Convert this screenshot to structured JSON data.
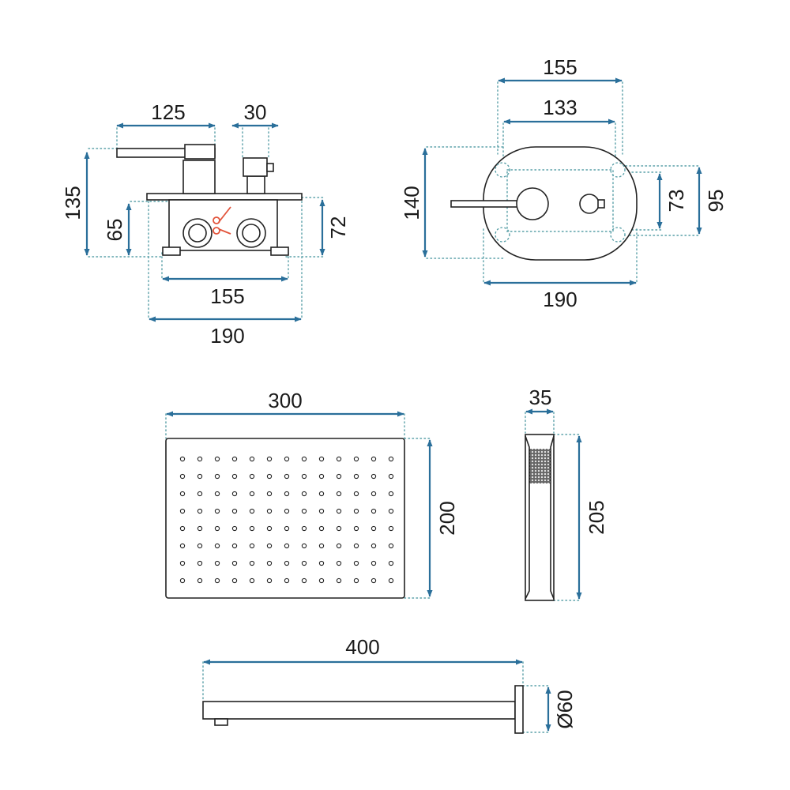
{
  "accent_color": "#2a6f9a",
  "scissors_color": "#e2533a",
  "views": {
    "side_view": {
      "dims": {
        "lever_length": "125",
        "knob_depth": "30",
        "total_height": "135",
        "box_height": "65",
        "cover_height": "72",
        "box_width": "155",
        "total_width": "190"
      }
    },
    "front_view": {
      "dims": {
        "plate_width": "155",
        "inner_width": "133",
        "plate_height": "140",
        "inner_height": "73",
        "outer_height": "95",
        "total_width": "190"
      }
    },
    "rain_shower_head": {
      "dims": {
        "width": "300",
        "height": "200"
      },
      "nozzle_grid": {
        "rows": 8,
        "cols": 13
      }
    },
    "hand_shower": {
      "dims": {
        "width": "35",
        "length": "205"
      },
      "nozzle_grid": {
        "rows": 11,
        "cols": 7
      }
    },
    "shower_arm": {
      "dims": {
        "length": "400",
        "flange_diameter": "Ø60"
      }
    }
  }
}
